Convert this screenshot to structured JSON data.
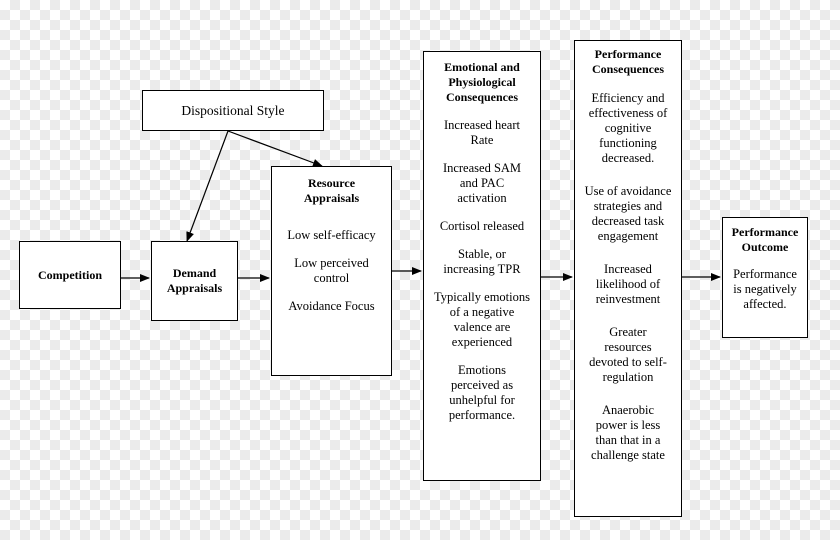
{
  "dispositional": {
    "label": "Dispositional Style"
  },
  "competition": {
    "label": "Competition"
  },
  "demand": {
    "label": "Demand Appraisals"
  },
  "resource": {
    "title": "Resource Appraisals",
    "items": [
      "Low self-efficacy",
      "Low perceived control",
      "Avoidance Focus"
    ]
  },
  "emotional": {
    "title": "Emotional and Physiological Consequences",
    "items": [
      "Increased heart Rate",
      "Increased SAM and PAC activation",
      "Cortisol released",
      "Stable, or increasing TPR",
      "Typically emotions of a negative valence are experienced",
      "Emotions perceived as unhelpful for performance."
    ]
  },
  "performance": {
    "title": "Performance Consequences",
    "items": [
      "Efficiency and effectiveness of cognitive functioning decreased.",
      "Use of avoidance strategies and decreased task engagement",
      "Increased likelihood of reinvestment",
      "Greater resources devoted to self-regulation",
      "Anaerobic power is less than that in a challenge state"
    ]
  },
  "outcome": {
    "title": "Performance Outcome",
    "text": "Performance is negatively affected."
  }
}
